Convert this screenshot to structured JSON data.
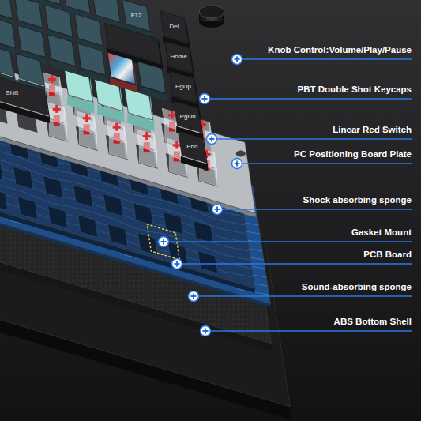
{
  "diagram": {
    "labels": [
      "Knob Control:Volume/Play/Pause",
      "PBT Double Shot Keycaps",
      "Linear Red Switch",
      "PC Positioning Board Plate",
      "Shock absorbing sponge",
      "Gasket Mount",
      "PCB Board",
      "Sound-absorbing sponge",
      "ABS Bottom Shell",
      "F12",
      "Del",
      "Home",
      "PgUp",
      "PgDn",
      "End",
      "Shift"
    ]
  }
}
